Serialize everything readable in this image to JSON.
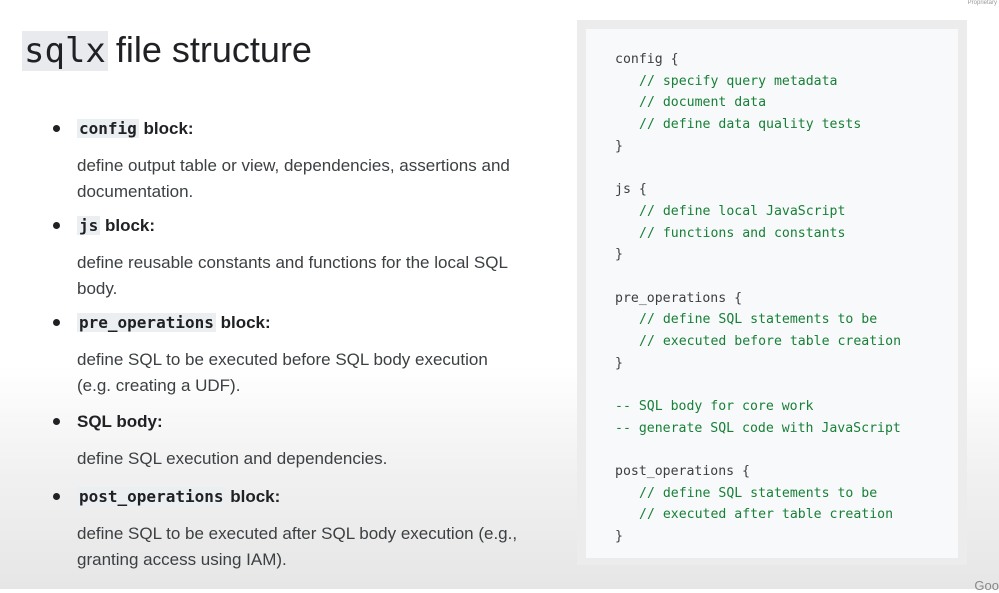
{
  "slide": {
    "title_code": "sqlx",
    "title_text": "file structure"
  },
  "bullets": [
    {
      "code": "config",
      "suffix": " block:",
      "description": "define output table or view, dependencies, assertions and documentation."
    },
    {
      "code": "js",
      "suffix": " block:",
      "description": "define reusable constants and functions for the local SQL body."
    },
    {
      "code": "pre_operations",
      "suffix": " block:",
      "description": "define SQL to be executed before SQL body execution (e.g. creating a UDF)."
    },
    {
      "code": "",
      "suffix": "SQL body:",
      "description": "define SQL execution and dependencies."
    },
    {
      "code": "post_operations",
      "suffix": " block:",
      "description": "define SQL to be executed after SQL body execution (e.g., granting access using IAM)."
    }
  ],
  "code": {
    "lines": [
      "config {",
      "// specify query metadata",
      "// document data",
      "// define data quality tests",
      "}",
      "",
      "js {",
      "// define local JavaScript",
      "// functions and constants",
      "}",
      "",
      "pre_operations {",
      "// define SQL statements to be",
      "// executed before table creation",
      "}",
      "",
      "-- SQL body for core work",
      "-- generate SQL code with JavaScript",
      "",
      "post_operations {",
      "// define SQL statements to be",
      "// executed after table creation",
      "}"
    ]
  },
  "footer": {
    "logo_text": "Goo",
    "top_right_text": "Proprietary"
  }
}
